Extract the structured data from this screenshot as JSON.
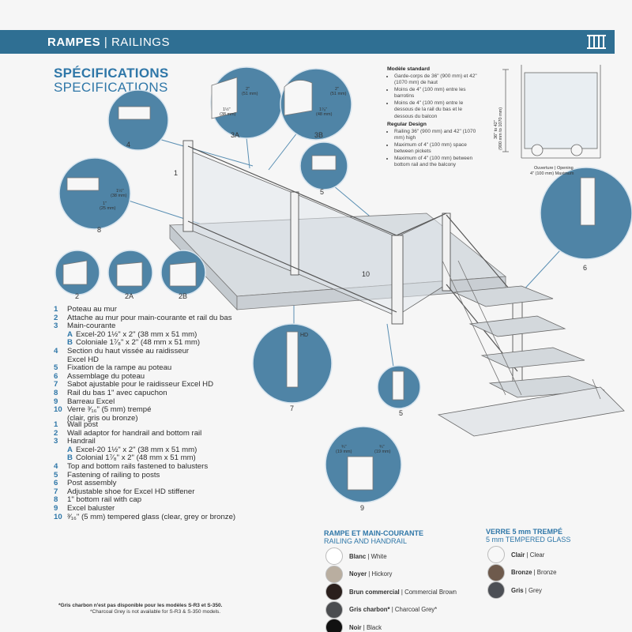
{
  "header": {
    "title_fr": "RAMPES",
    "separator": "|",
    "title_en": "RAILINGS"
  },
  "specifications": {
    "title_fr": "SPÉCIFICATIONS",
    "title_en": "SPECIFICATIONS"
  },
  "notes": {
    "standard_title": "Modèle standard",
    "standard_items": [
      "Garde-corps de 36\" (900 mm) et 42\" (1070 mm) de haut",
      "Moins de 4\" (100 mm) entre les barrotins",
      "Moins de 4\" (100 mm) entre le dessous de la rail du bas et le dessous du balcon"
    ],
    "regular_title": "Regular Design",
    "regular_items": [
      "Railing 36\" (900 mm) and 42\" (1070 mm) high",
      "Maximum of 4\" (100 mm) space between pickets",
      "Maximum of 4\" (100 mm) between bottom rail and the balcony"
    ]
  },
  "dimension": {
    "height": "36\" to 42\"",
    "height_mm": "(900 mm to 1070 mm)",
    "opening": "Ouverture | Opening",
    "opening_max": "4\" (100 mm) Maximum"
  },
  "callouts": {
    "c1": "1",
    "c2": "2",
    "c2a": "2A",
    "c2b": "2B",
    "c3a": "3A",
    "c3b": "3B",
    "c4": "4",
    "c5a": "5",
    "c5b": "5",
    "c6": "6",
    "c7": "7",
    "c8": "8",
    "c9": "9",
    "c10": "10",
    "hd": "HD",
    "d3a_w": "2\"",
    "d3a_wmm": "(51 mm)",
    "d3a_h": "1½\"",
    "d3a_hmm": "(38 mm)",
    "d3b_w": "2\"",
    "d3b_wmm": "(51 mm)",
    "d3b_h": "1⁷⁄₈\"",
    "d3b_hmm": "(48 mm)",
    "d8_h": "1½\"",
    "d8_hmm": "(38 mm)",
    "d8_w": "1\"",
    "d8_wmm": "(25 mm)",
    "d9_a": "¾\"",
    "d9_amm": "(19 mm)",
    "d9_b": "¾\"",
    "d9_bmm": "(19 mm)"
  },
  "legend_fr": {
    "items": [
      {
        "n": "1",
        "t": "Poteau au mur"
      },
      {
        "n": "2",
        "t": "Attache au mur pour main-courante et rail du bas"
      },
      {
        "n": "3",
        "t": "Main-courante"
      },
      {
        "n": "",
        "l": "A",
        "t": "Excel-20 1½\" x 2\" (38 mm x 51 mm)"
      },
      {
        "n": "",
        "l": "B",
        "t": "Coloniale 1⁷⁄₈\" x 2\" (48 mm x 51 mm)"
      },
      {
        "n": "4",
        "t": "Section du haut vissée au raidisseur"
      },
      {
        "n": "",
        "t": "Excel HD"
      },
      {
        "n": "5",
        "t": "Fixation de la rampe au poteau"
      },
      {
        "n": "6",
        "t": "Assemblage du poteau"
      },
      {
        "n": "7",
        "t": "Sabot ajustable pour le raidisseur Excel HD"
      },
      {
        "n": "8",
        "t": "Rail du bas 1\" avec capuchon"
      },
      {
        "n": "9",
        "t": "Barreau Excel"
      },
      {
        "n": "10",
        "t": "Verre ³⁄₁₆\" (5 mm) trempé"
      },
      {
        "n": "",
        "t": "(clair, gris ou bronze)"
      }
    ]
  },
  "legend_en": {
    "items": [
      {
        "n": "1",
        "t": "Wall post"
      },
      {
        "n": "2",
        "t": "Wall adaptor for handrail and bottom rail"
      },
      {
        "n": "3",
        "t": "Handrail"
      },
      {
        "n": "",
        "l": "A",
        "t": "Excel-20 1½\" x 2\" (38 mm x 51 mm)"
      },
      {
        "n": "",
        "l": "B",
        "t": "Colonial 1⁷⁄₈\" x 2\" (48 mm x 51 mm)"
      },
      {
        "n": "4",
        "t": "Top and bottom rails fastened to balusters"
      },
      {
        "n": "5",
        "t": "Fastening of railing to posts"
      },
      {
        "n": "6",
        "t": "Post assembly"
      },
      {
        "n": "7",
        "t": "Adjustable shoe for Excel HD stiffener"
      },
      {
        "n": "8",
        "t": "1\" bottom rail with cap"
      },
      {
        "n": "9",
        "t": "Excel baluster"
      },
      {
        "n": "10",
        "t": "³⁄₁₆\" (5 mm) tempered glass (clear, grey or bronze)"
      }
    ]
  },
  "colors_railing": {
    "title_fr": "RAMPE ET MAIN-COURANTE",
    "title_en": "RAILING AND HANDRAIL",
    "items": [
      {
        "fr": "Blanc",
        "en": "White",
        "color": "#ffffff"
      },
      {
        "fr": "Noyer",
        "en": "Hickory",
        "color": "#b9aea0"
      },
      {
        "fr": "Brun commercial",
        "en": "Commercial Brown",
        "color": "#2a1f1c"
      },
      {
        "fr": "Gris charbon*",
        "en": "Charcoal Grey*",
        "color": "#4b4d50"
      },
      {
        "fr": "Noir",
        "en": "Black",
        "color": "#111111"
      }
    ]
  },
  "colors_glass": {
    "title_fr": "VERRE 5 mm TREMPÉ",
    "title_en": "5 mm TEMPERED GLASS",
    "items": [
      {
        "fr": "Clair",
        "en": "Clear",
        "color": "#f7f7f7"
      },
      {
        "fr": "Bronze",
        "en": "Bronze",
        "color": "#6e5a4c"
      },
      {
        "fr": "Gris",
        "en": "Grey",
        "color": "#4c4f55"
      }
    ]
  },
  "footnote": {
    "fr": "*Gris charbon n'est pas disponible pour les modèles S-R3 et S-350.",
    "en": "*Charcoal Grey is not available for S-R3 & S-350 models."
  },
  "colors": {
    "brand": "#2f6f93",
    "accent": "#2f77a8",
    "circle": "#4f84a6"
  }
}
